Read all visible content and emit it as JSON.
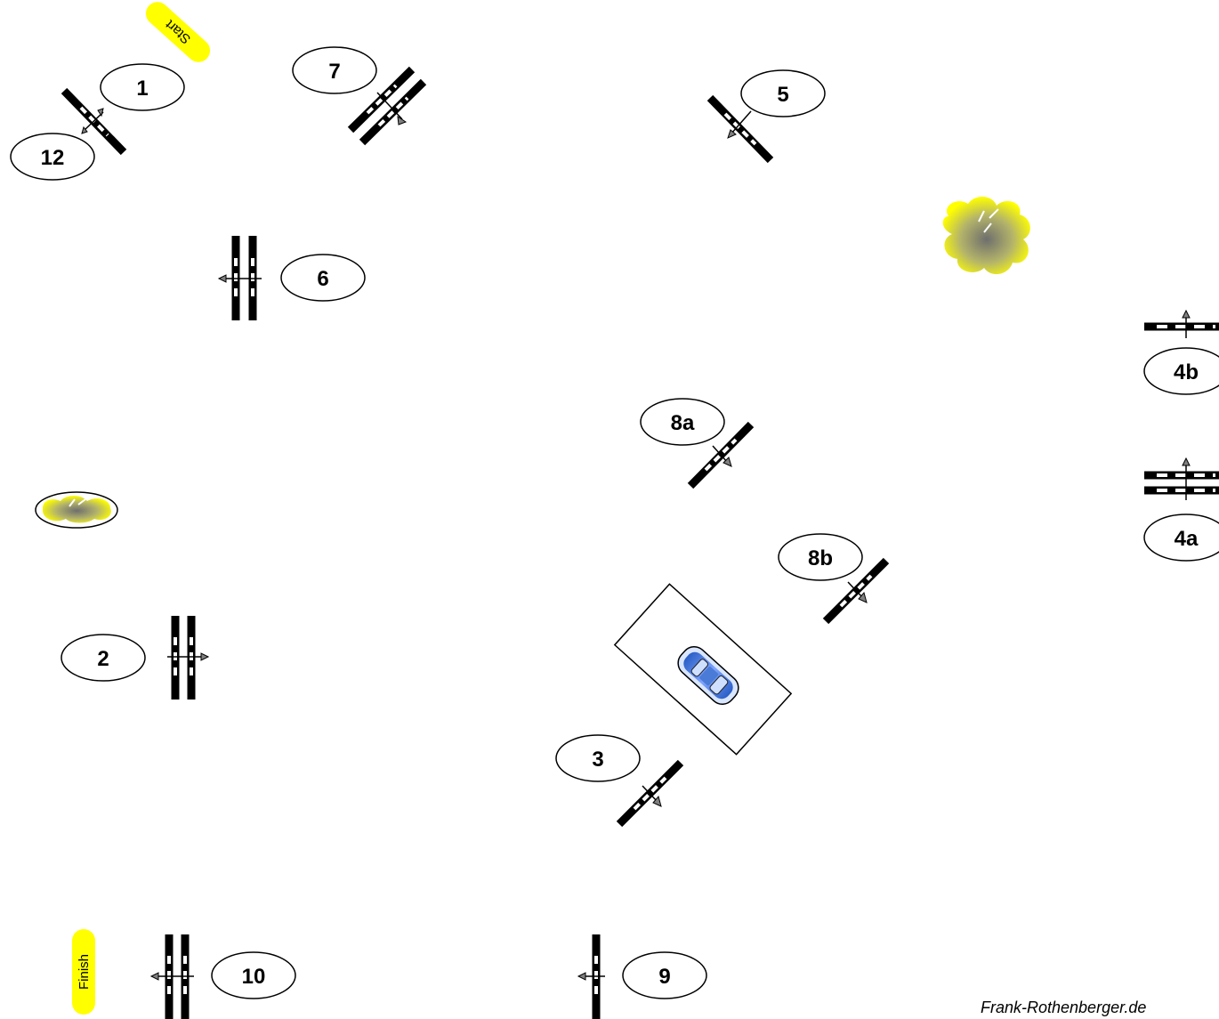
{
  "course": {
    "start_label": "Start",
    "finish_label": "Finish",
    "gates": [
      "1",
      "2",
      "3",
      "4a",
      "4b",
      "5",
      "6",
      "7",
      "8a",
      "8b",
      "9",
      "10",
      "12"
    ],
    "markers": {
      "fill": "#ffff00"
    },
    "colors": {
      "bar": "#000000",
      "arrow": "#808080",
      "car_body": "#4a7bd6"
    },
    "credit": "Frank-Rothenberger.de"
  }
}
